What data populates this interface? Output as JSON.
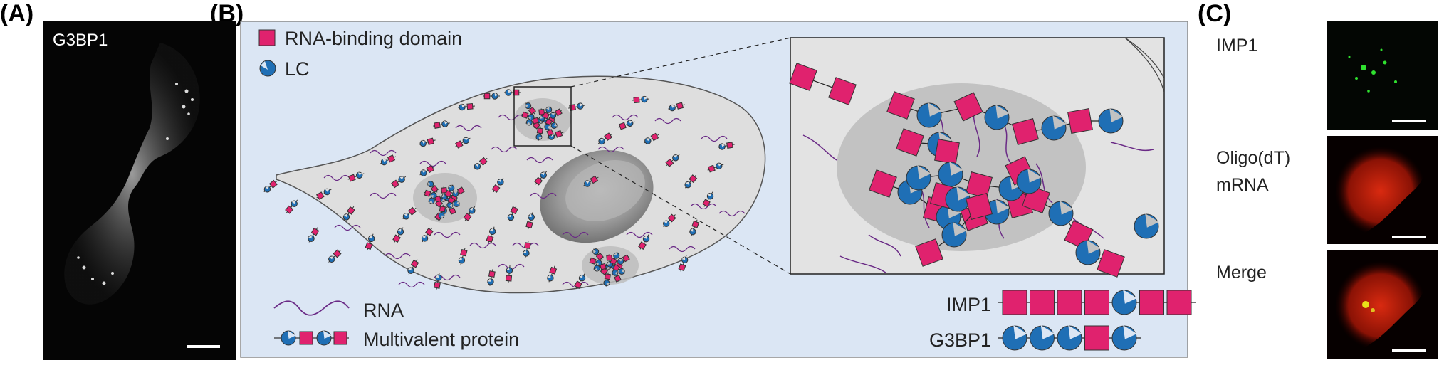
{
  "panels": {
    "a": {
      "letter": "(A)",
      "image_label": "G3BP1"
    },
    "b": {
      "letter": "(B)",
      "legend_top": {
        "rbd": "RNA-binding domain",
        "lc": "LC"
      },
      "legend_bottom": {
        "rna": "RNA",
        "protein": "Multivalent protein"
      },
      "proteins": [
        {
          "name": "IMP1",
          "domains": [
            "rbd",
            "rbd",
            "rbd",
            "rbd",
            "lc",
            "rbd",
            "rbd"
          ]
        },
        {
          "name": "G3BP1",
          "domains": [
            "lc",
            "lc",
            "lc",
            "rbd",
            "lc"
          ]
        }
      ]
    },
    "c": {
      "letter": "(C)",
      "rows": [
        {
          "label_lines": [
            "IMP1"
          ],
          "channel": "green"
        },
        {
          "label_lines": [
            "Oligo(dT)",
            "mRNA"
          ],
          "channel": "red"
        },
        {
          "label_lines": [
            "Merge"
          ],
          "channel": "merge"
        }
      ]
    }
  },
  "colors": {
    "rbd": "#e0226e",
    "lc": "#1f6fb5",
    "rna": "#6a2a86",
    "panel_bg": "#dbe6f4",
    "cell": "#dedede",
    "nucleus": "#9a9a9a"
  }
}
